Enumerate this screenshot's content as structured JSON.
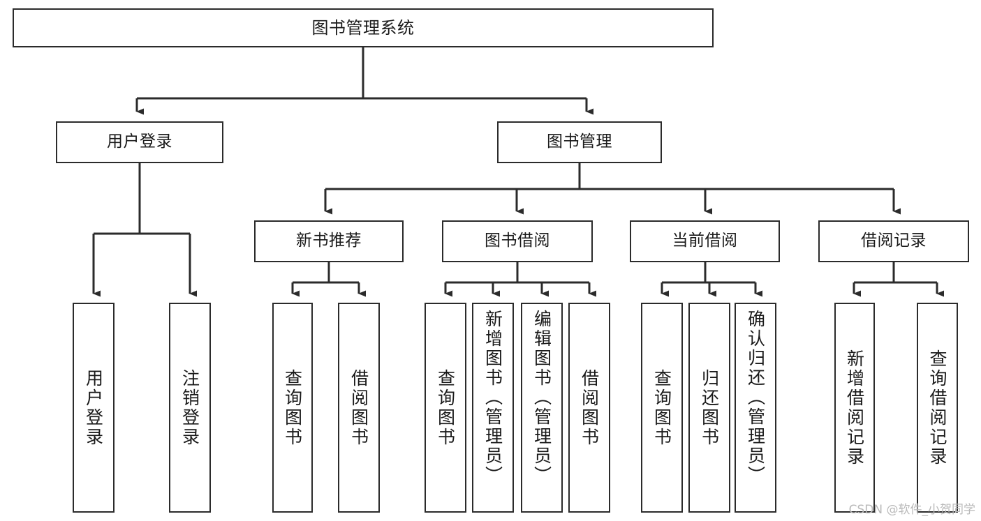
{
  "diagram": {
    "type": "tree",
    "title": "图书管理系统",
    "watermark": "CSDN @软件_小贺同学",
    "colors": {
      "box_border": "#2b2b2b",
      "box_fill": "#ffffff",
      "edge": "#2b2b2b",
      "text": "#1a1a1a",
      "watermark": "#b9b9b9",
      "background": "#ffffff"
    },
    "nodes": {
      "root": {
        "label": "图书管理系统"
      },
      "level1": [
        {
          "label": "用户登录"
        },
        {
          "label": "图书管理"
        }
      ],
      "level2": [
        {
          "label": "新书推荐"
        },
        {
          "label": "图书借阅"
        },
        {
          "label": "当前借阅"
        },
        {
          "label": "借阅记录"
        }
      ],
      "leaves_user_login": [
        {
          "label": "用户登录"
        },
        {
          "label": "注销登录"
        }
      ],
      "leaves_new_book": [
        {
          "label": "查询图书"
        },
        {
          "label": "借阅图书"
        }
      ],
      "leaves_borrow": [
        {
          "label": "查询图书"
        },
        {
          "label": "新增图书（管理员）"
        },
        {
          "label": "编辑图书（管理员）"
        },
        {
          "label": "借阅图书"
        }
      ],
      "leaves_current": [
        {
          "label": "查询图书"
        },
        {
          "label": "归还图书"
        },
        {
          "label": "确认归还（管理员）"
        }
      ],
      "leaves_records": [
        {
          "label": "新增借阅记录"
        },
        {
          "label": "查询借阅记录"
        }
      ]
    }
  }
}
